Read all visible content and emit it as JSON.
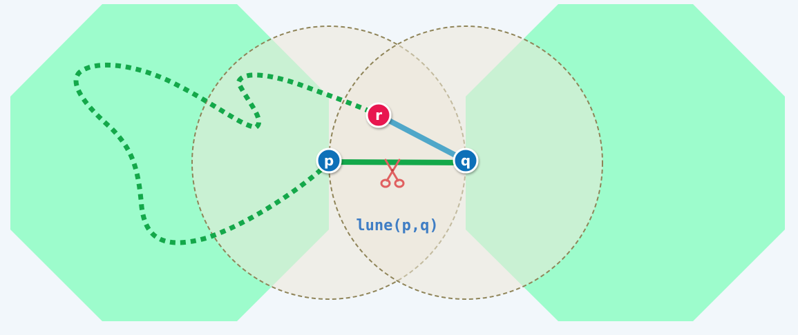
{
  "diagram": {
    "points": [
      {
        "id": "p",
        "label": "p",
        "color": "#0d6fb8"
      },
      {
        "id": "q",
        "label": "q",
        "color": "#0d6fb8"
      },
      {
        "id": "r",
        "label": "r",
        "color": "#e8124f"
      }
    ],
    "lune_label": "lune(p,q)",
    "colors": {
      "octagon_fill": "#9dfccc",
      "circle_fill": "#ece7d8",
      "circle_stroke": "#8f8458",
      "edge_pq": "#14a84a",
      "edge_rq": "#4fa7c9",
      "dotted_path": "#14a84a",
      "lune_label": "#3f7dc4"
    },
    "icons": {
      "cut_marker": "scissors-icon"
    }
  }
}
